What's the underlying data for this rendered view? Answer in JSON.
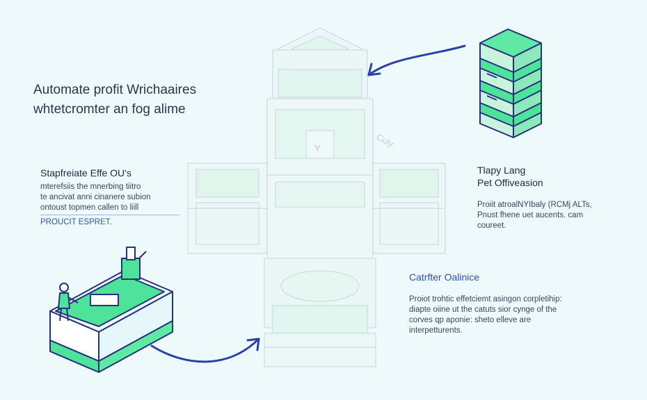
{
  "headline": {
    "line1": "Automate profit Wrichaaires",
    "line2": "whtetcromter an fog alime"
  },
  "left_block": {
    "title": "Stapfreiate Effe OU's",
    "lines": [
      "mterefsiis the mnerbing tiitro",
      "te ancivat anni cinanere subion",
      "ontoust topmen callen to liill"
    ],
    "tagline": "PROUCIT ESPRET."
  },
  "right_block": {
    "title1": "Tlapy Lang",
    "title2": "Pet Offiveasion",
    "lines": [
      "Proiit atroalNYIbaly (RCMj ALTs,",
      "Pnust fhene uet aucents. cam",
      "coureet."
    ]
  },
  "bottom_block": {
    "title": "Catrfter Oalinice",
    "lines": [
      "Proiot trohtic effetciemt asingon corpletihip:",
      "diapte oiine ut the catuts sior cynge of the",
      "corves qp aponie: sheto elleve are",
      "interpetturents."
    ]
  },
  "tower_labels": {
    "side": "Culy",
    "center": "Y"
  },
  "colors": {
    "background": "#eef9fb",
    "accent_blue": "#2b3fa8",
    "accent_green": "#4fe29a",
    "line_gray": "#c7d3dd"
  }
}
